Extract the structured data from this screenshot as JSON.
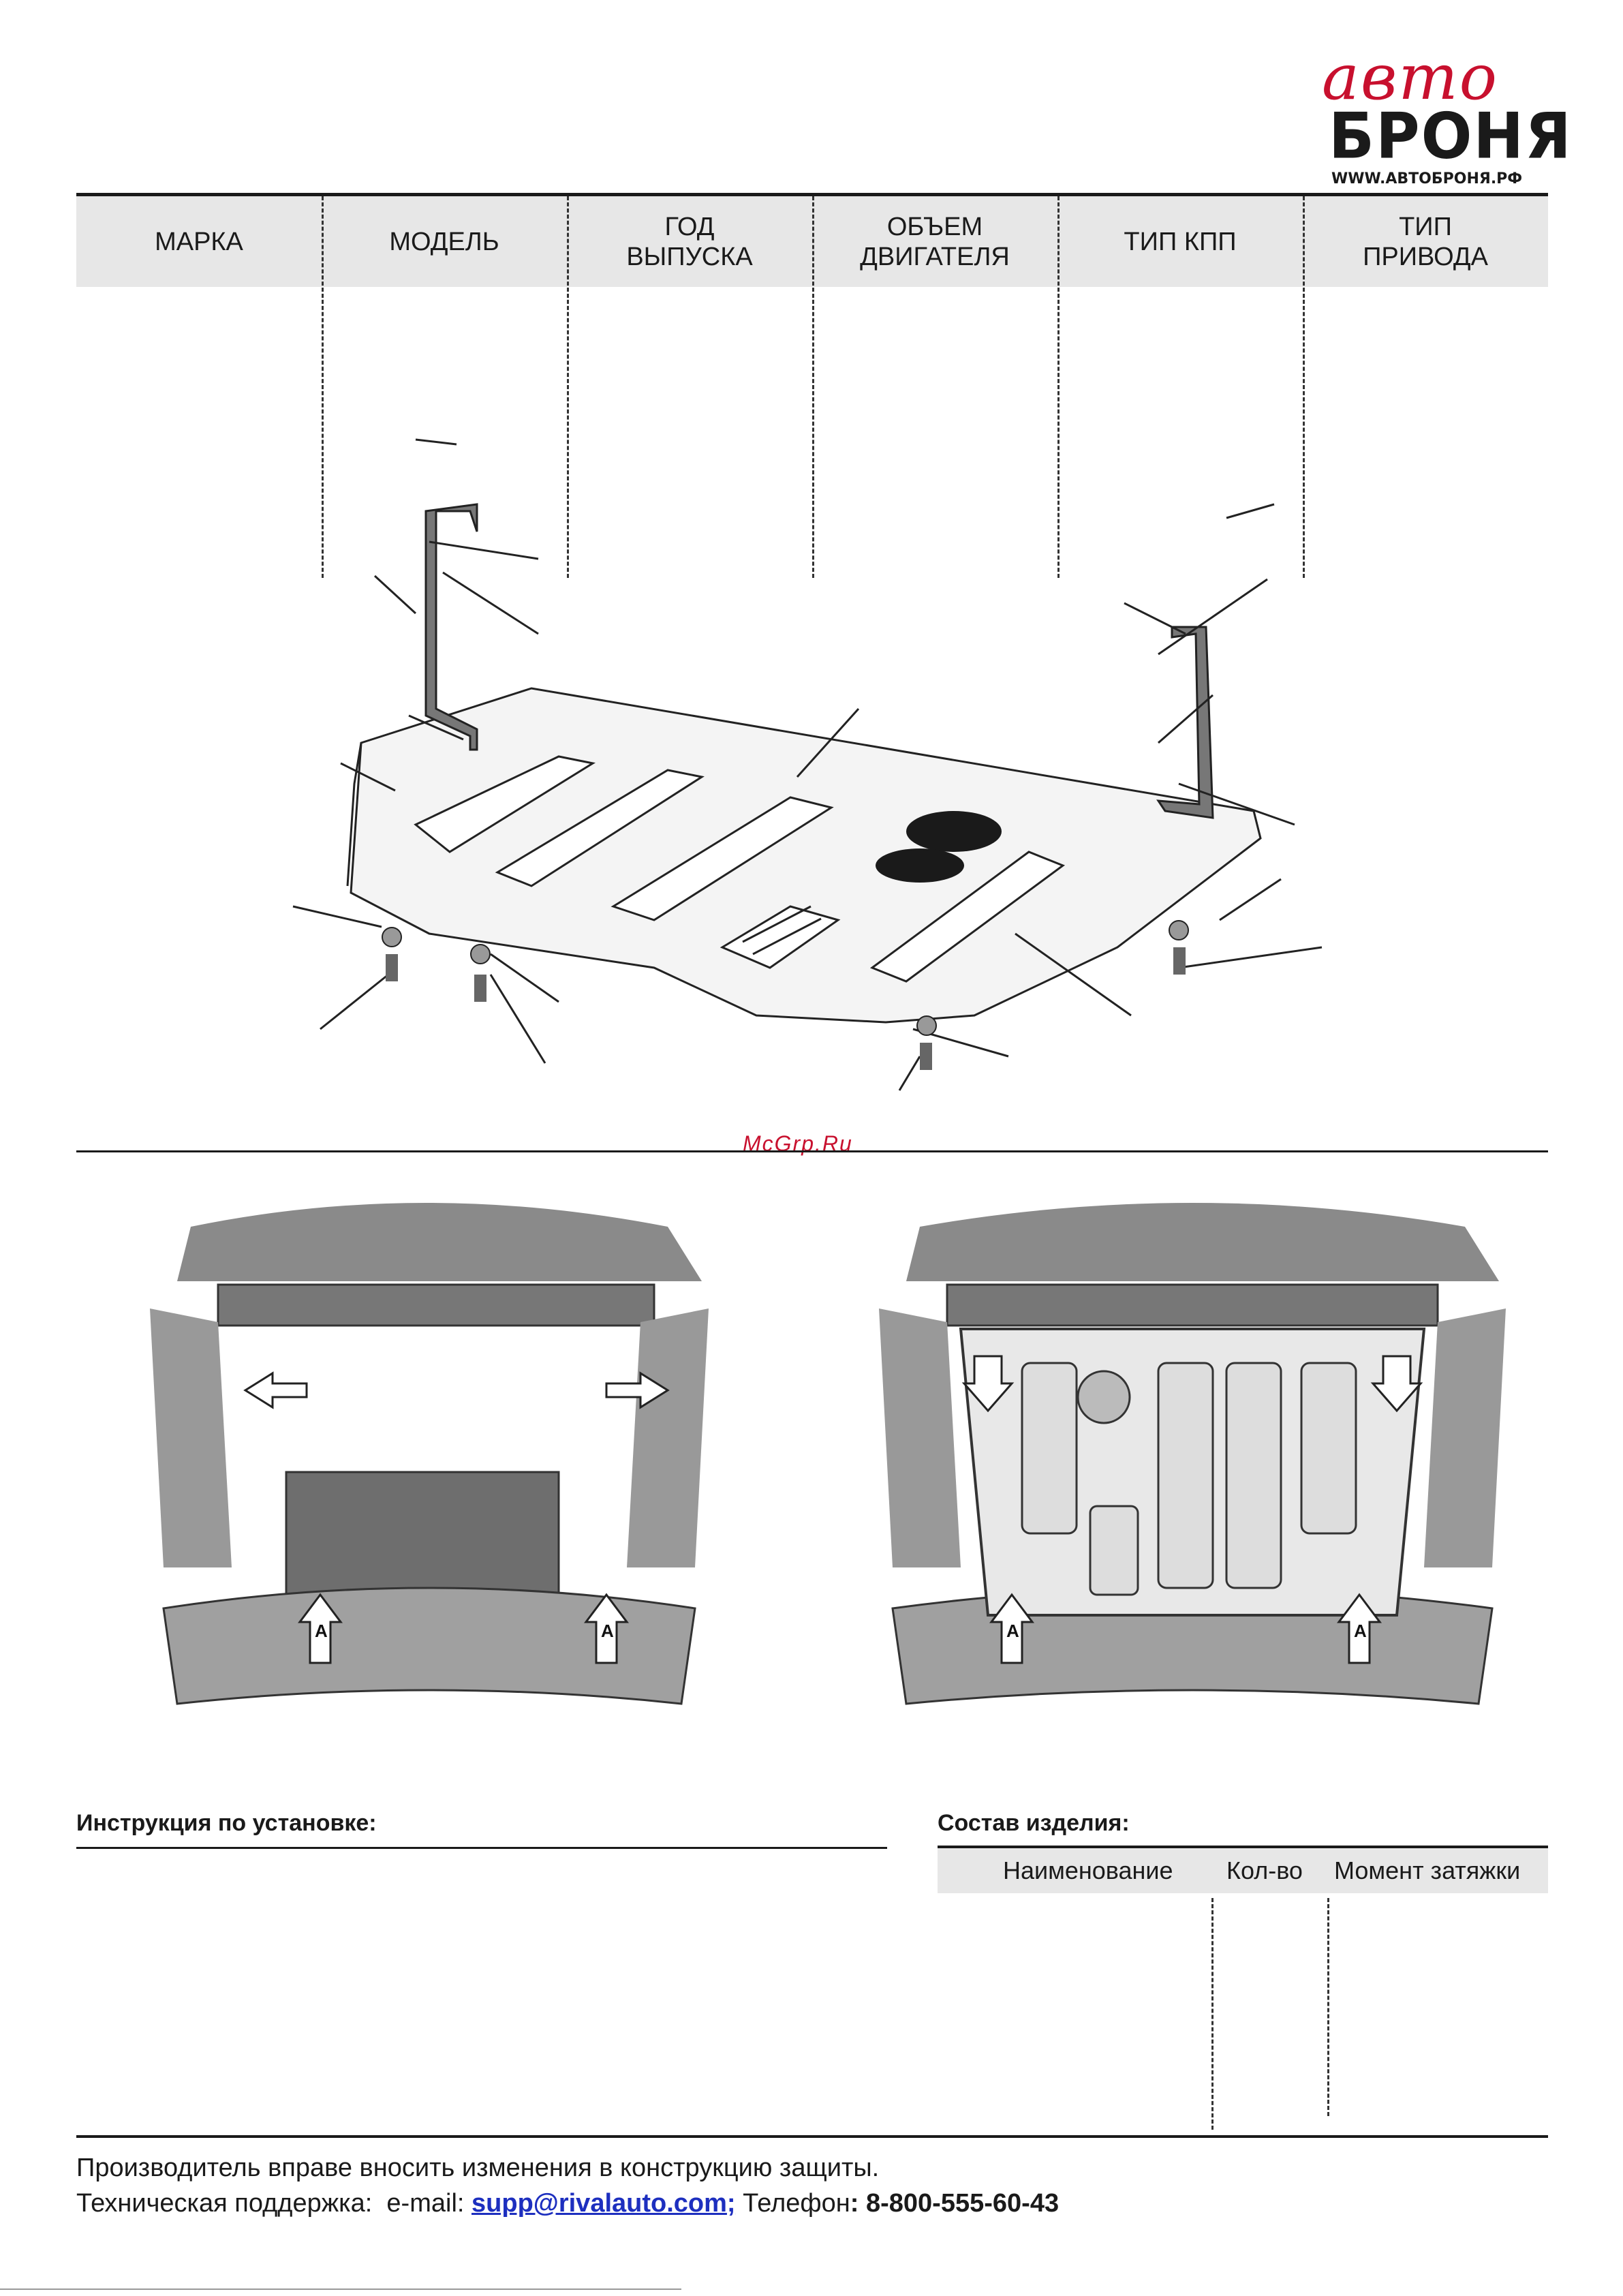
{
  "logo": {
    "script": "авто",
    "main": "БРОНЯ",
    "url": "WWW.АВТОБРОНЯ.РФ"
  },
  "vehicle_table": {
    "headers": [
      "МАРКА",
      "МОДЕЛЬ",
      "ГОД\nВЫПУСКА",
      "ОБЪЕМ\nДВИГАТЕЛЯ",
      "ТИП КПП",
      "ТИП\nПРИВОДА"
    ]
  },
  "watermark": "McGrp.Ru",
  "photos": {
    "arrow_label": "A"
  },
  "instructions": {
    "title": "Инструкция по установке:"
  },
  "parts": {
    "title": "Состав изделия:",
    "headers": [
      "Наименование",
      "Кол-во",
      "Момент затяжки"
    ]
  },
  "footer": {
    "line1": "Производитель вправе вносить изменения в конструкцию защиты.",
    "support_prefix": "Техническая поддержка:  e-mail: ",
    "email": "supp@rivalauto.com",
    "email_suffix": ";",
    "phone_prefix": " Телефон",
    "phone": ": 8-800-555-60-43"
  },
  "colors": {
    "brand_red": "#c8102e",
    "link_blue": "#1d2fbf",
    "header_gray": "#e7e7e7"
  }
}
